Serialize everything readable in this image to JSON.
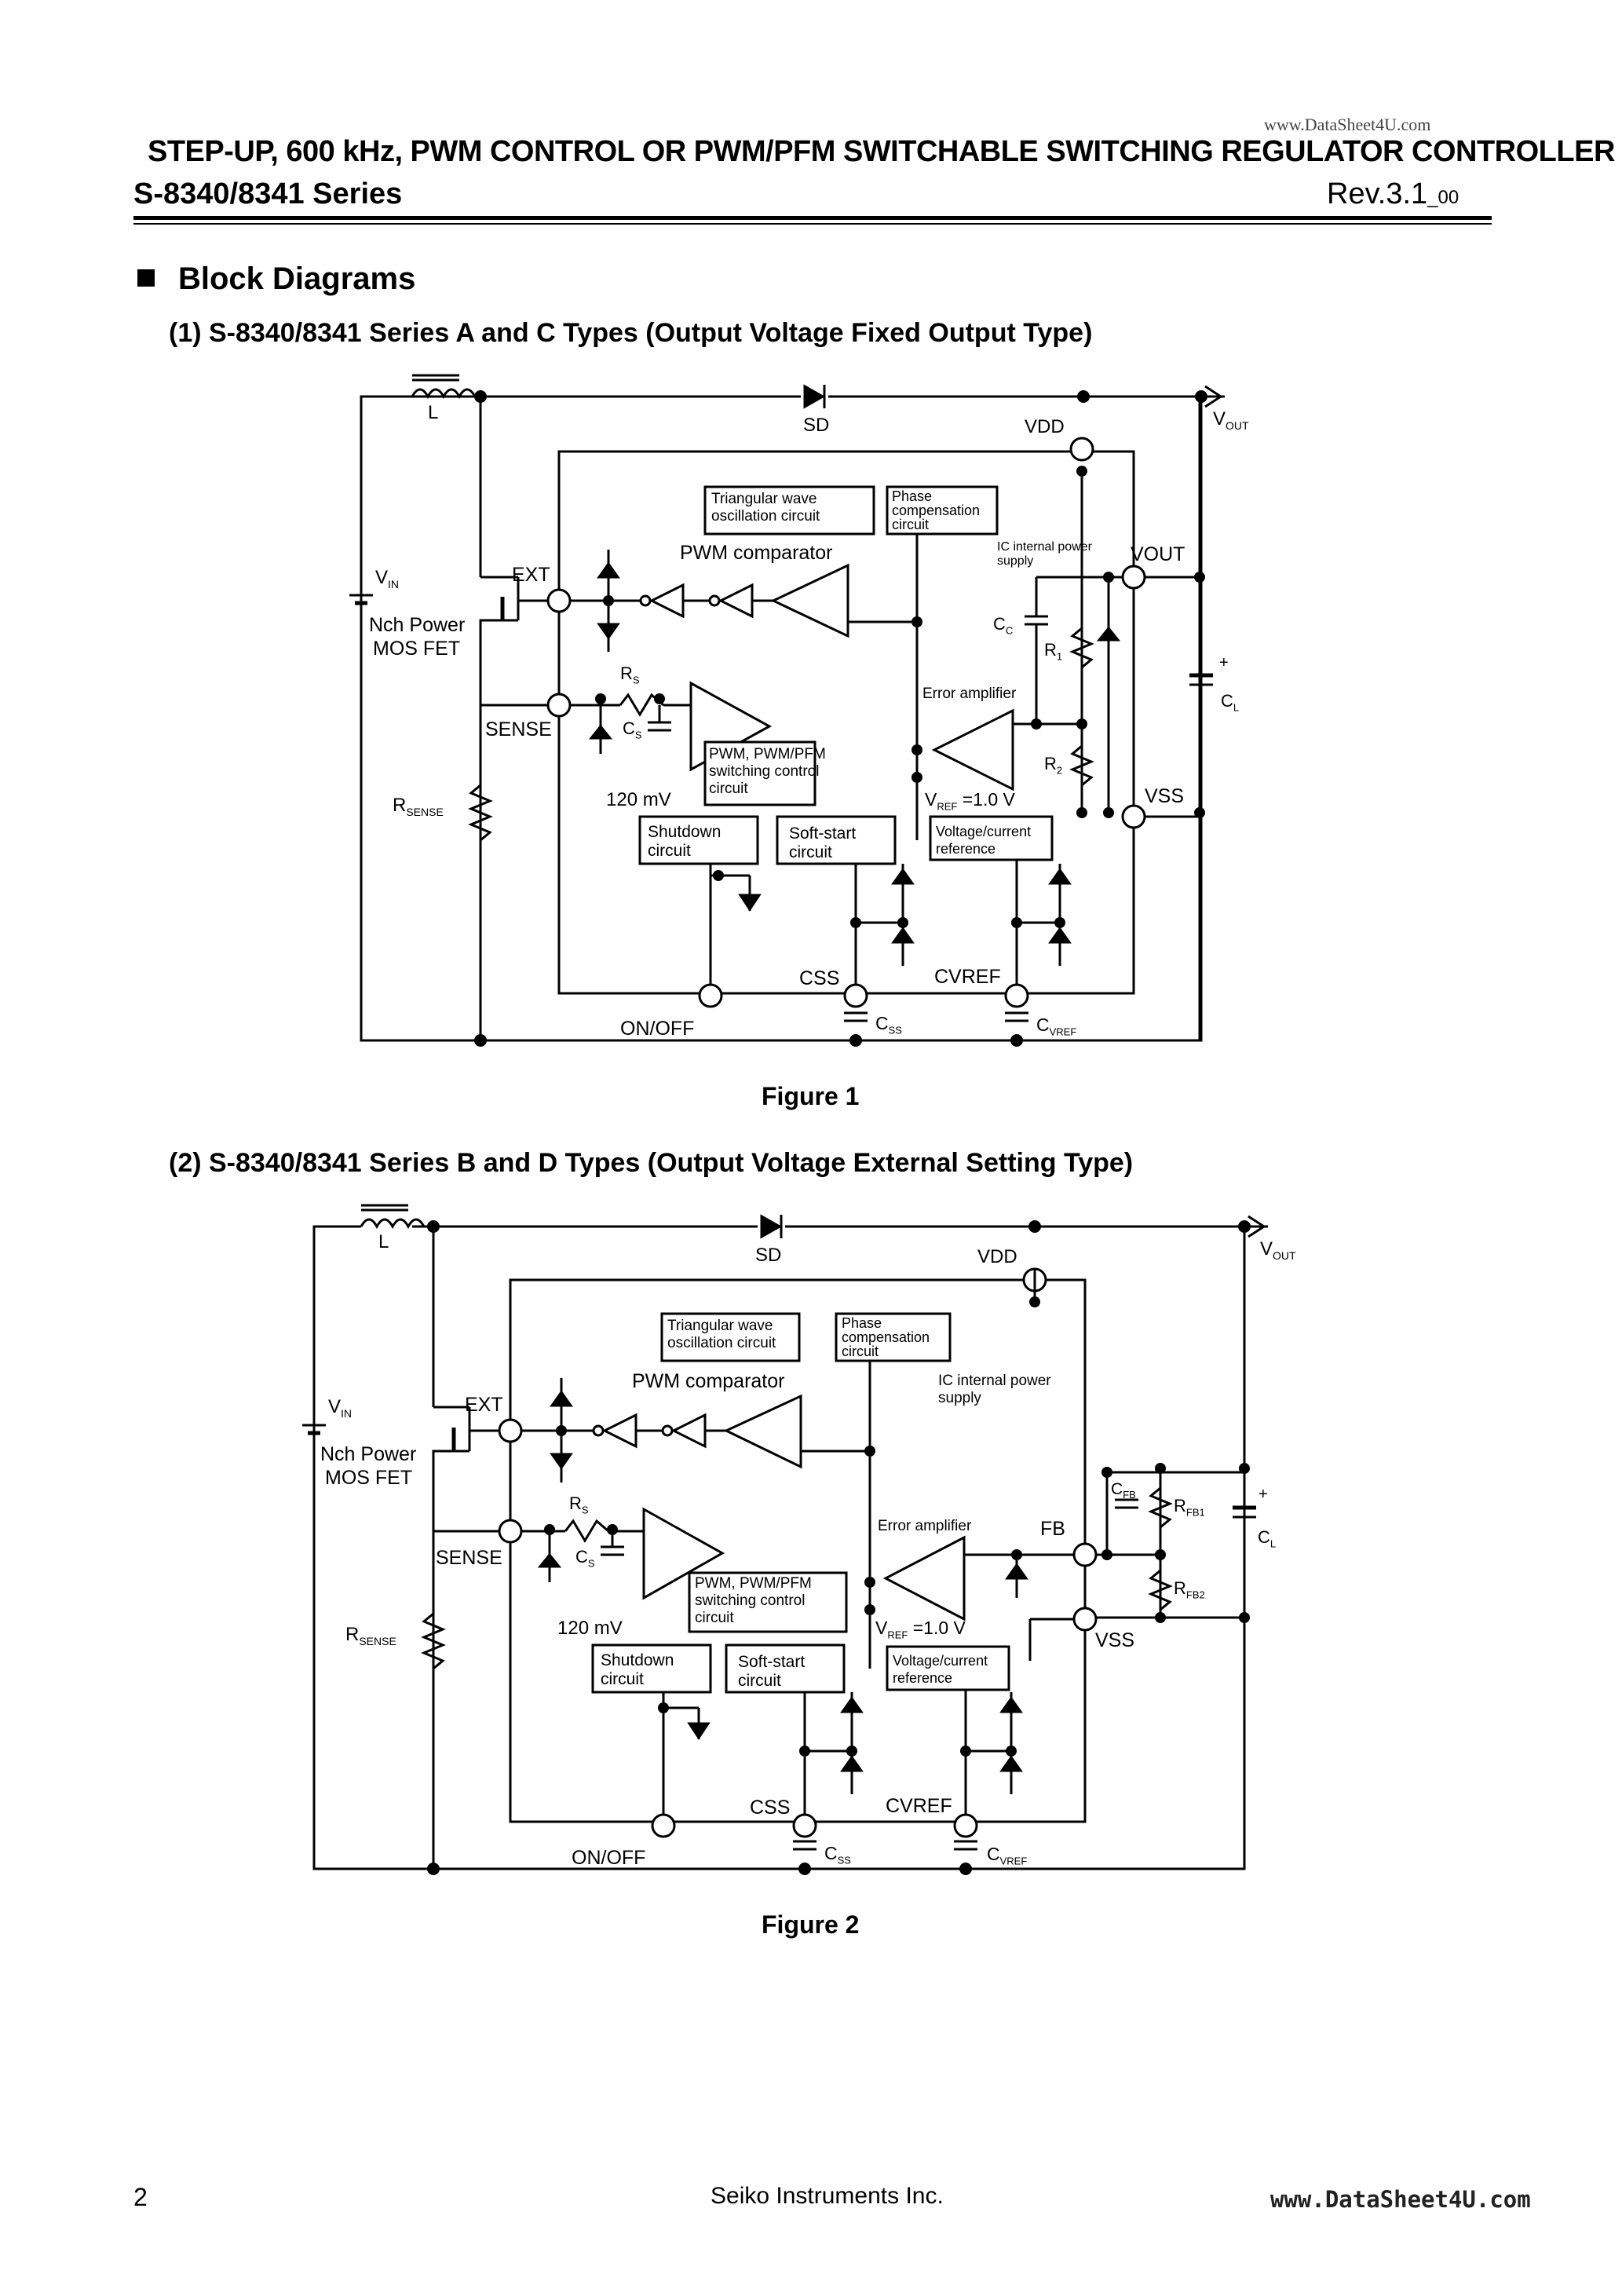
{
  "watermark_top": "www.DataSheet4U.com",
  "header": {
    "title": "STEP-UP, 600 kHz, PWM CONTROL OR PWM/PFM SWITCHABLE SWITCHING REGULATOR CONTROLLER",
    "series": "S-8340/8341 Series",
    "rev": "Rev.3.1",
    "rev_suffix": "_00"
  },
  "section_title": "Block Diagrams",
  "figures": [
    {
      "subtitle": "(1) S-8340/8341 Series A and C Types (Output Voltage Fixed Output Type)",
      "caption": "Figure 1",
      "labels": {
        "inductor": "L",
        "diode": "SD",
        "vout": "V",
        "vout_sub": "OUT",
        "vdd_pin": "VDD",
        "vin": "V",
        "vin_sub": "IN",
        "nch_1": "Nch Power",
        "nch_2": "MOS FET",
        "ext_pin": "EXT",
        "sense_pin": "SENSE",
        "rsense": "R",
        "rsense_sub": "SENSE",
        "rs": "R",
        "rs_sub": "S",
        "cs": "C",
        "cs_sub": "S",
        "mv": "120 mV",
        "tri_1": "Triangular wave",
        "tri_2": "oscillation circuit",
        "phase_1": "Phase",
        "phase_2": "compensation",
        "phase_3": "circuit",
        "pwm_comp": "PWM comparator",
        "ic_supply_1": "IC internal power",
        "ic_supply_2": "supply",
        "vout_pin": "VOUT",
        "cc": "C",
        "cc_sub": "C",
        "r1": "R",
        "r1_sub": "1",
        "r2": "R",
        "r2_sub": "2",
        "err_amp": "Error amplifier",
        "pwm_sw_1": "PWM, PWM/PFM",
        "pwm_sw_2": "switching control",
        "pwm_sw_3": "circuit",
        "vref": "V",
        "vref_sub": "REF",
        "vref_val": " =1.0 V",
        "vss_pin": "VSS",
        "cl": "C",
        "cl_sub": "L",
        "plus": "+",
        "shutdown_1": "Shutdown",
        "shutdown_2": "circuit",
        "softstart_1": "Soft-start",
        "softstart_2": "circuit",
        "vcr_1": "Voltage/current",
        "vcr_2": "reference",
        "css_pin": "CSS",
        "cvref_pin": "CVREF",
        "onoff_pin": "ON/OFF",
        "css_cap": "C",
        "css_cap_sub": "SS",
        "cvref_cap": "C",
        "cvref_cap_sub": "VREF"
      }
    },
    {
      "subtitle": "(2) S-8340/8341 Series B and D Types (Output Voltage External Setting Type)",
      "caption": "Figure 2",
      "labels": {
        "inductor": "L",
        "diode": "SD",
        "vout": "V",
        "vout_sub": "OUT",
        "vdd_pin": "VDD",
        "vin": "V",
        "vin_sub": "IN",
        "nch_1": "Nch Power",
        "nch_2": "MOS FET",
        "ext_pin": "EXT",
        "sense_pin": "SENSE",
        "rsense": "R",
        "rsense_sub": "SENSE",
        "rs": "R",
        "rs_sub": "S",
        "cs": "C",
        "cs_sub": "S",
        "mv": "120 mV",
        "tri_1": "Triangular wave",
        "tri_2": "oscillation circuit",
        "phase_1": "Phase",
        "phase_2": "compensation",
        "phase_3": "circuit",
        "pwm_comp": "PWM comparator",
        "ic_supply_1": "IC internal power",
        "ic_supply_2": "supply",
        "err_amp": "Error amplifier",
        "fb_pin": "FB",
        "cfb": "C",
        "cfb_sub": "FB",
        "rfb1": "R",
        "rfb1_sub": "FB1",
        "rfb2": "R",
        "rfb2_sub": "FB2",
        "pwm_sw_1": "PWM, PWM/PFM",
        "pwm_sw_2": "switching control",
        "pwm_sw_3": "circuit",
        "vref": "V",
        "vref_sub": "REF",
        "vref_val": " =1.0 V",
        "vss_pin": "VSS",
        "cl": "C",
        "cl_sub": "L",
        "plus": "+",
        "shutdown_1": "Shutdown",
        "shutdown_2": "circuit",
        "softstart_1": "Soft-start",
        "softstart_2": "circuit",
        "vcr_1": "Voltage/current",
        "vcr_2": "reference",
        "css_pin": "CSS",
        "cvref_pin": "CVREF",
        "onoff_pin": "ON/OFF",
        "css_cap": "C",
        "css_cap_sub": "SS",
        "cvref_cap": "C",
        "cvref_cap_sub": "VREF"
      }
    }
  ],
  "footer": {
    "page_number": "2",
    "company": "Seiko Instruments Inc.",
    "watermark": "www.DataSheet4U.com"
  }
}
